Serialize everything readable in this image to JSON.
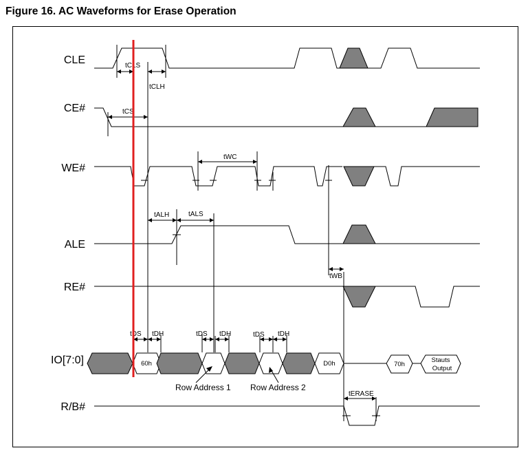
{
  "figure": {
    "title": "Figure 16. AC Waveforms for Erase Operation"
  },
  "signals": {
    "cle": "CLE",
    "ce": "CE#",
    "we": "WE#",
    "ale": "ALE",
    "re": "RE#",
    "io": "IO[7:0]",
    "rb": "R/B#"
  },
  "timing": {
    "tcls": "tCLS",
    "tclh": "tCLH",
    "tcs": "tCS",
    "twc": "tWC",
    "talh": "tALH",
    "tals": "tALS",
    "twb": "tWB",
    "tds1": "tDS",
    "tdh1": "tDH",
    "tds2": "tDS",
    "tdh2": "tDH",
    "tds3": "tDS",
    "tdh3": "tDH",
    "terase": "tERASE"
  },
  "bus": {
    "cmd1": "60h",
    "cmd2": "D0h",
    "cmd3": "70h",
    "status_line1": "Stauts",
    "status_line2": "Output"
  },
  "annotations": {
    "row_address_1": "Row Address  1",
    "row_address_2": "Row Address  2"
  },
  "colors": {
    "marker": "#e02020",
    "fill": "#808080"
  }
}
